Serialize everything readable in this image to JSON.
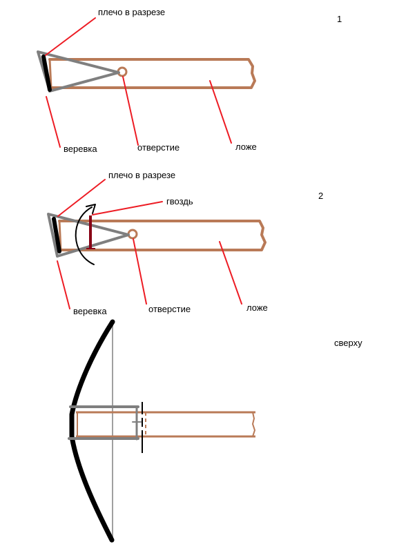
{
  "figure_numbers": {
    "first": "1",
    "second": "2"
  },
  "labels": {
    "arm_section_1": "плечо в разрезе",
    "rope_1": "веревка",
    "hole_1": "отверстие",
    "stock_1": "ложе",
    "arm_section_2": "плечо в разрезе",
    "nail": "гвоздь",
    "rope_2": "веревка",
    "hole_2": "отверстие",
    "stock_2": "ложе",
    "top_view": "сверху"
  },
  "colors": {
    "wood": "#b97a57",
    "arm": "#7f7f7f",
    "rope": "#000000",
    "leader": "#ed1c24",
    "nail": "#880015",
    "arrow": "#000000",
    "bow_string": "#a0a0a0"
  }
}
